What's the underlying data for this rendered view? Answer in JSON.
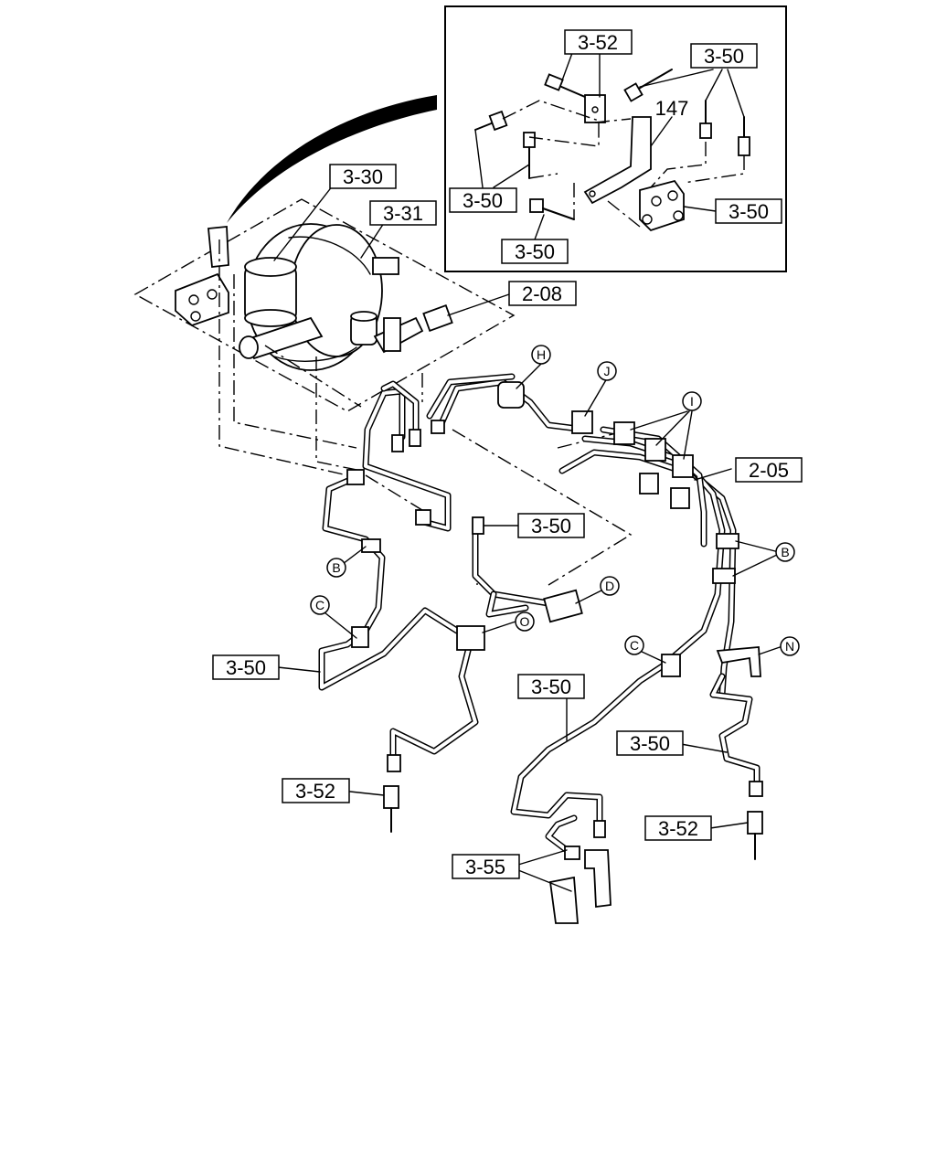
{
  "references": {
    "inset_3_52": "3-52",
    "inset_3_50_top": "3-50",
    "inset_147": "147",
    "inset_3_50_left": "3-50",
    "inset_3_50_right": "3-50",
    "inset_3_50_bottom": "3-50",
    "ref_3_30": "3-30",
    "ref_3_31": "3-31",
    "ref_2_08": "2-08",
    "ref_2_05": "2-05",
    "ref_3_50_mid": "3-50",
    "ref_3_50_left": "3-50",
    "ref_3_50_center": "3-50",
    "ref_3_50_right": "3-50",
    "ref_3_52_left": "3-52",
    "ref_3_52_right": "3-52",
    "ref_3_55": "3-55"
  },
  "callouts": {
    "H": "H",
    "J": "J",
    "I": "I",
    "B_left": "B",
    "C_left": "C",
    "D": "D",
    "O": "O",
    "B_right": "B",
    "C_right": "C",
    "N": "N"
  }
}
